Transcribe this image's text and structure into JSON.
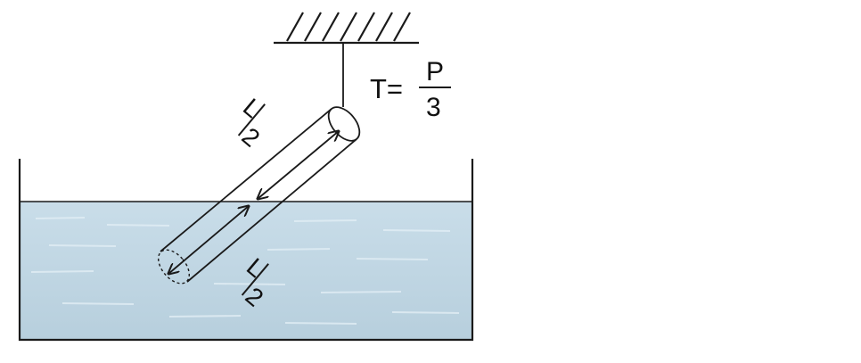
{
  "diagram": {
    "colors": {
      "ink": "#1a1a1a",
      "water_top": "#c9dde9",
      "water_bottom": "#b7cfdd",
      "water_streak": "#e2eef5",
      "background": "#ffffff"
    },
    "tension_label": {
      "prefix": "T=",
      "numerator": "P",
      "denominator": "3"
    },
    "upper_half_label": {
      "numerator": "L",
      "denominator": "2"
    },
    "lower_half_label": {
      "numerator": "L",
      "denominator": "2"
    },
    "icons": [
      "ceiling-support",
      "rope",
      "cylinder-rod",
      "water-tank",
      "dimension-arrows"
    ]
  }
}
